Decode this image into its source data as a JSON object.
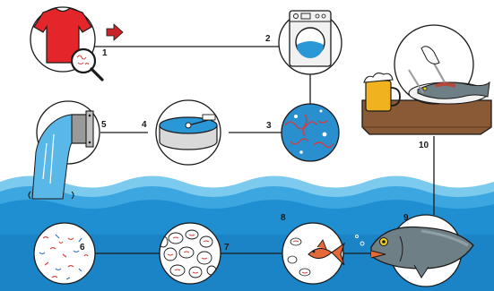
{
  "steps": [
    {
      "number": "1"
    },
    {
      "number": "2"
    },
    {
      "number": "3"
    },
    {
      "number": "4"
    },
    {
      "number": "5"
    },
    {
      "number": "6"
    },
    {
      "number": "7"
    },
    {
      "number": "8"
    },
    {
      "number": "9"
    },
    {
      "number": "10"
    }
  ],
  "colors": {
    "shirt": "#e4262b",
    "arrow": "#c8242a",
    "sky": "#ffffff",
    "wave_light": "#55b8e6",
    "sea": "#1f8fd2",
    "sea_deep": "#1578b8",
    "fiber": "#d63a3a",
    "fish_orange": "#e56a3a",
    "fish_grey": "#6f7f86",
    "board": "#8a5a36",
    "beer": "#f0b31f"
  },
  "icons": [
    "t-shirt-icon",
    "magnifier-icon",
    "washing-machine-icon",
    "treatment-tank-icon",
    "drain-pipe-icon",
    "microfiber-water-icon",
    "plankton-icon",
    "small-fish-icon",
    "large-fish-icon",
    "dinner-plate-icon"
  ]
}
